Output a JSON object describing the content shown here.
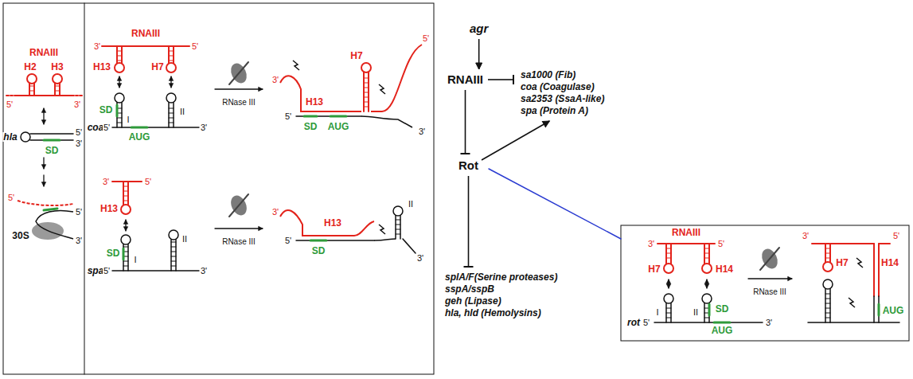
{
  "diagram": {
    "nodes": [
      {
        "text": [
          "agr"
        ]
      },
      {
        "text": [
          "RNAIII"
        ]
      },
      {
        "text": [
          "Rot"
        ]
      },
      {
        "text": [
          "sa1000 (Fib)",
          "coa (Coagulase)",
          "sa2353 (SsaA-like)",
          "spa (Protein A)"
        ]
      },
      {
        "text": [
          "splA/F(Serine proteases)",
          "sspA/sspB",
          "geh (Lipase)",
          "hla, hld (Hemolysins)"
        ]
      }
    ],
    "edges": [
      {
        "from": 0,
        "to": 1,
        "arrow": "to"
      },
      {
        "from": 1,
        "to": 2,
        "arrow": "to"
      },
      {
        "from": 1,
        "to": 3,
        "arrow": "to"
      },
      {
        "from": 2,
        "to": 3,
        "arrow": "to"
      },
      {
        "from": 2,
        "to": 4,
        "arrow": "to"
      }
    ],
    "labels": [
      "RNAIII",
      "H2",
      "H3",
      "5'",
      "3'",
      "hla",
      "5'",
      "3'",
      "SD",
      "5'",
      "5'",
      "30S",
      "3'",
      "RNAIII",
      "3'",
      "5'",
      "H13",
      "H7",
      "SD",
      "AUG",
      "I",
      "II",
      "coa",
      "5'",
      "3'",
      "RNase III",
      "3'",
      "H13",
      "H7",
      "5'",
      "5'",
      "SD",
      "AUG",
      "3'",
      "3'",
      "5'",
      "H13",
      "SD",
      "I",
      "II",
      "spa",
      "5'",
      "3'",
      "RNase III",
      "3'",
      "H13",
      "5'",
      "SD",
      "II",
      "3'",
      "RNAIII",
      "3'",
      "5'",
      "H7",
      "H14",
      "I",
      "II",
      "SD",
      "AUG",
      "rot",
      "5'",
      "3'",
      "RNase III",
      "3'",
      "5'",
      "H7",
      "H14",
      "AUG"
    ]
  }
}
